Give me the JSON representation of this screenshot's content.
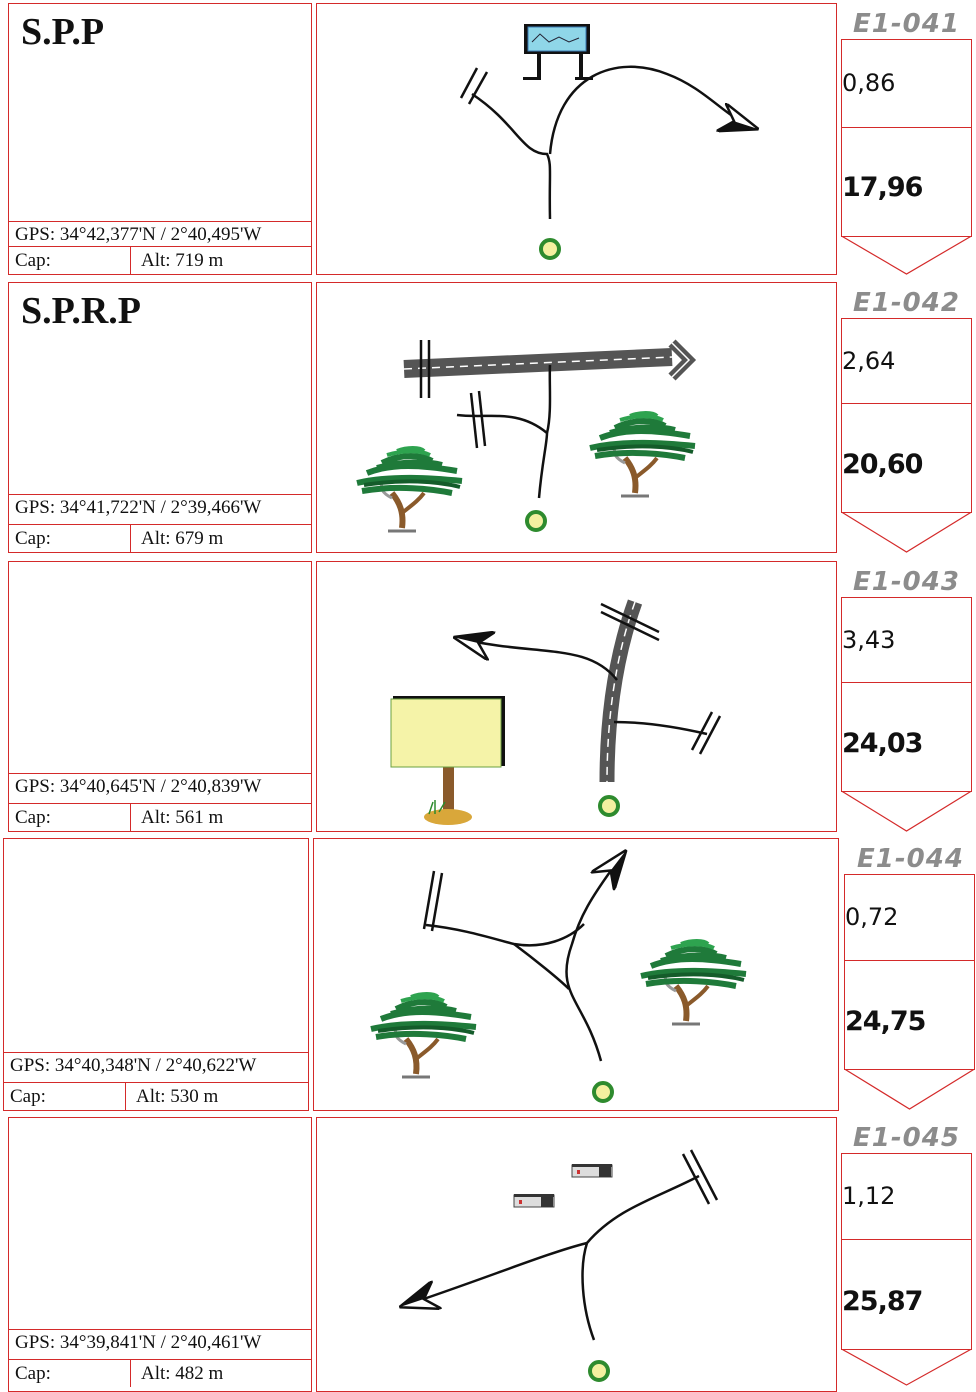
{
  "stages": [
    {
      "id": "E1-041",
      "title": "S.P.P",
      "gps": "GPS: 34°42,377'N / 2°40,495'W",
      "cap": "Cap:",
      "alt": "Alt: 719 m",
      "partial": "0,86",
      "cumulative": "17,96"
    },
    {
      "id": "E1-042",
      "title": "S.P.R.P",
      "gps": "GPS: 34°41,722'N / 2°39,466'W",
      "cap": "Cap:",
      "alt": "Alt: 679 m",
      "partial": "2,64",
      "cumulative": "20,60"
    },
    {
      "id": "E1-043",
      "title": "",
      "gps": "GPS: 34°40,645'N / 2°40,839'W",
      "cap": "Cap:",
      "alt": "Alt: 561 m",
      "partial": "3,43",
      "cumulative": "24,03"
    },
    {
      "id": "E1-044",
      "title": "",
      "gps": "GPS: 34°40,348'N / 2°40,622'W",
      "cap": "Cap:",
      "alt": "Alt: 530 m",
      "partial": "0,72",
      "cumulative": "24,75"
    },
    {
      "id": "E1-045",
      "title": "",
      "gps": "GPS: 34°39,841'N / 2°40,461'W",
      "cap": "Cap:",
      "alt": "Alt: 482 m",
      "partial": "1,12",
      "cumulative": "25,87"
    }
  ],
  "colors": {
    "border": "#d42a2a",
    "road": "#555555",
    "tree_green": "#1f7a3a",
    "start_dot": "#2e8b2e",
    "start_fill": "#f4f0a0",
    "code_gray": "#8c8c8c"
  }
}
